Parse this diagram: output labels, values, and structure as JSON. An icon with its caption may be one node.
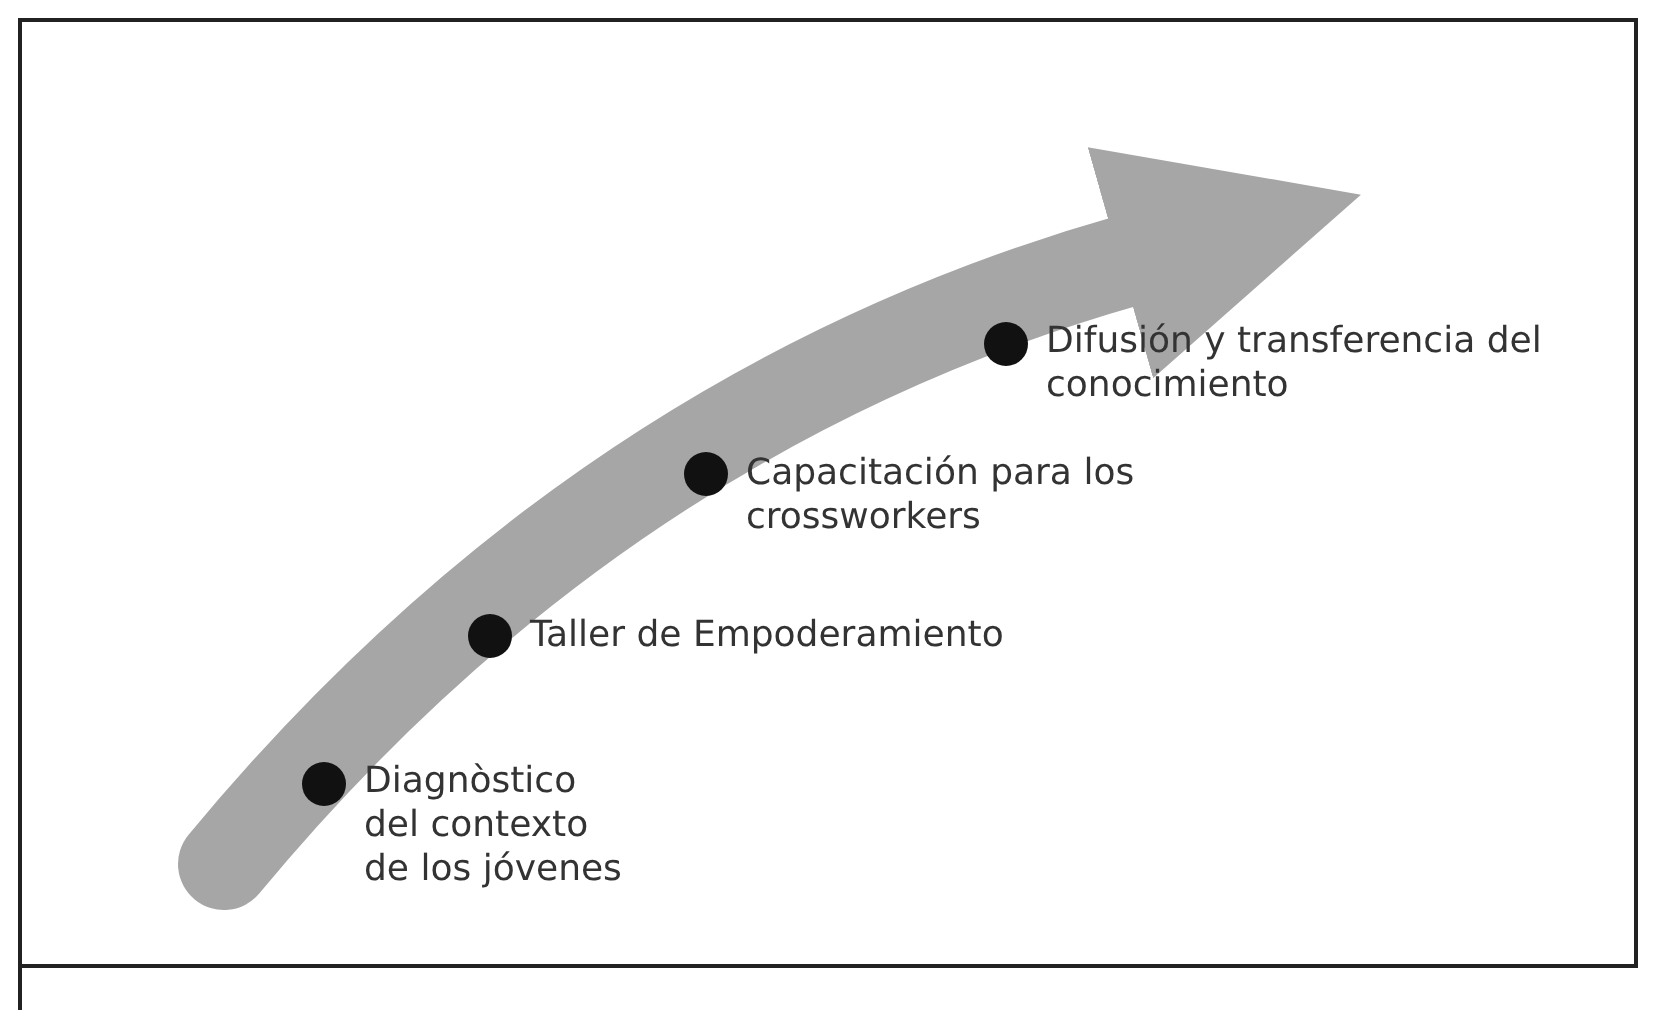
{
  "diagram": {
    "nodes": [
      {
        "text": [],
        "shape": "circle",
        "beside": [
          "Diagnòstico del contexto de los jóvenes"
        ]
      },
      {
        "text": [],
        "shape": "circle",
        "beside": [
          "Taller de Empoderamiento"
        ]
      },
      {
        "text": [],
        "shape": "circle",
        "beside": [
          "Capacitación para los crossworkers"
        ]
      },
      {
        "text": [],
        "shape": "circle",
        "beside": [
          "Difusión y transferencia del conocimiento"
        ]
      }
    ]
  }
}
